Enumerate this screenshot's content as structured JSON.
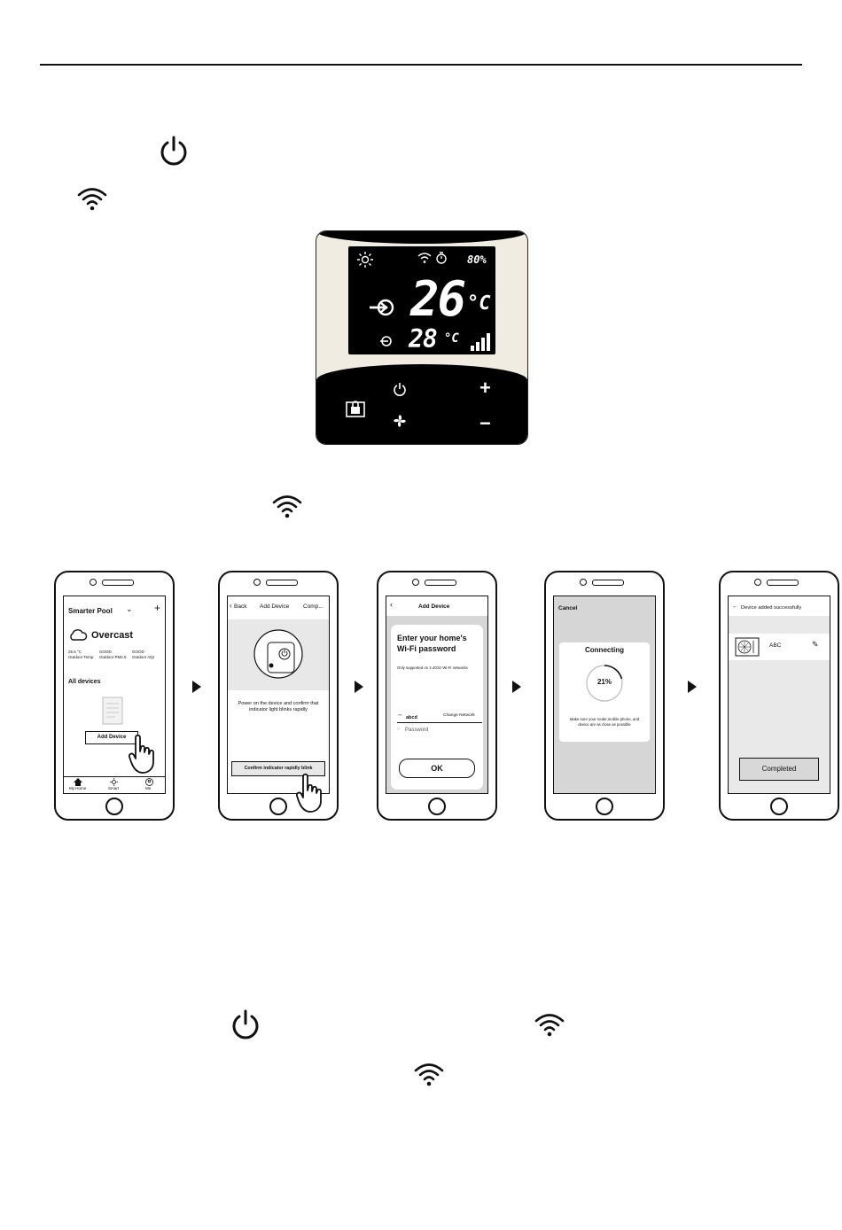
{
  "icons": {
    "power": "power-icon",
    "wifi": "wifi-icon"
  },
  "panel": {
    "humidity": "80%",
    "temperature_main": "26",
    "temperature_main_unit": "°C",
    "temperature_sub": "28",
    "temperature_sub_unit": "°C",
    "plus": "+",
    "minus": "−"
  },
  "phones": [
    {
      "home_name": "Smarter Pool",
      "weather": "Overcast",
      "stats": [
        {
          "value": "25.5 °C",
          "label": "Outdoor Temp"
        },
        {
          "value": "GOOD",
          "label": "Outdoor PM2.5"
        },
        {
          "value": "GOOD",
          "label": "Outdoor AQI"
        }
      ],
      "all_devices": "All devices",
      "add_device": "Add Device",
      "tabs": [
        "My Home",
        "Smart",
        "Me"
      ]
    },
    {
      "back": "Back",
      "title": "Add Device",
      "comp": "Comp...",
      "instruction": "Power on the device and confirm that indicator light blinks rapidly",
      "confirm": "Confirm indicator rapidly blink"
    },
    {
      "title": "Add Device",
      "heading": "Enter your home's Wi-Fi password",
      "note": "Only supported on 2.4Ghz Wi-Fi networks",
      "network": "abcd",
      "change": "Change Network",
      "password_placeholder": "Password",
      "ok": "OK"
    },
    {
      "cancel": "Cancel",
      "connecting": "Connecting",
      "percent": "21%",
      "progress": 0.21,
      "hint": "Make sure your router,mobile phone, and device are as close as possible"
    },
    {
      "title": "Device added successfully",
      "device": "ABC",
      "completed": "Completed"
    }
  ]
}
